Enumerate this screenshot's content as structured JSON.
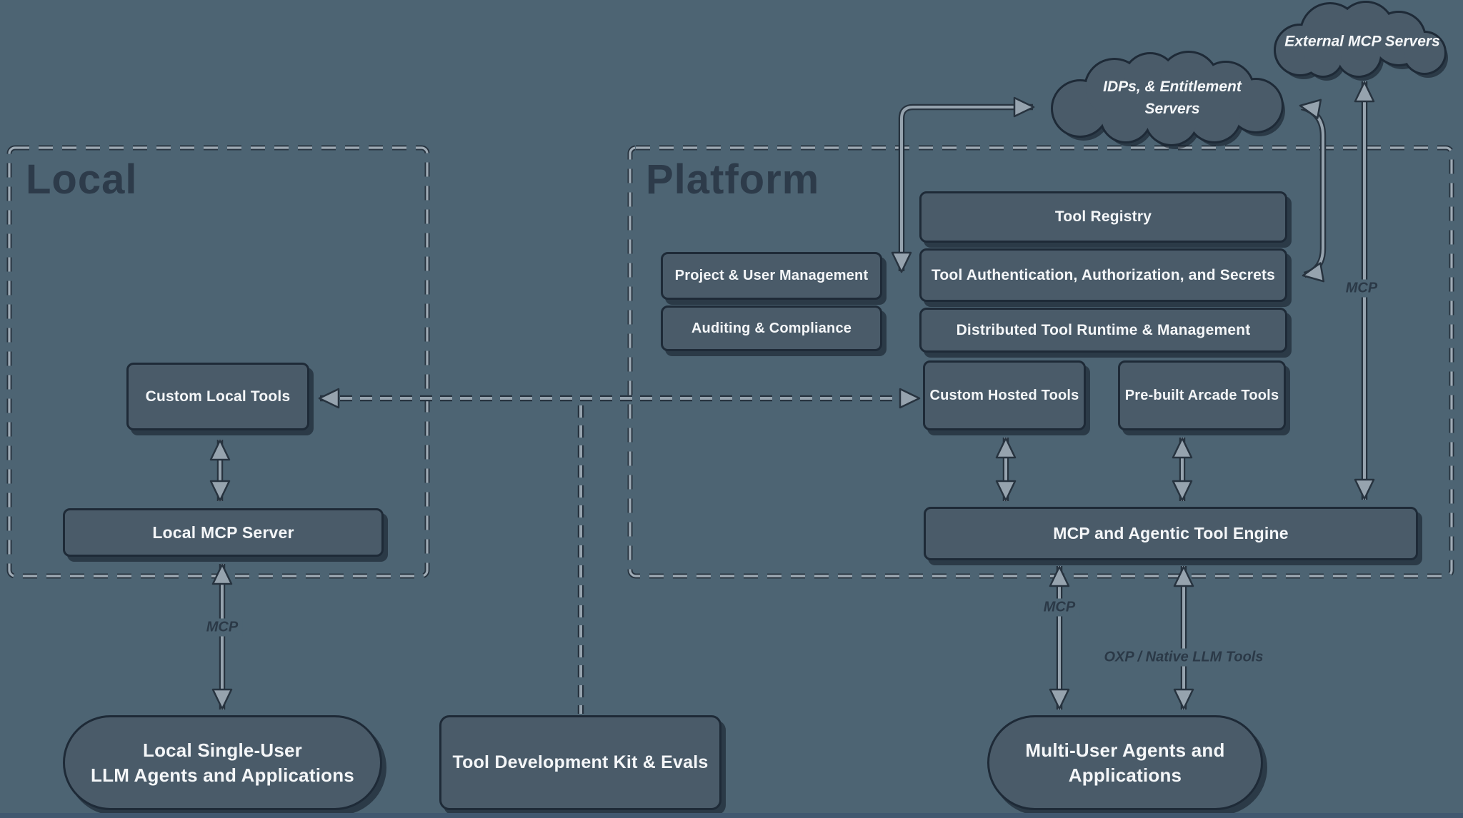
{
  "colors": {
    "background": "#4d6473",
    "node_fill": "#4a5b69",
    "node_border": "#1e2a37",
    "node_text": "#f4f6f8",
    "connector_light": "#96a3ae",
    "connector_dark": "#27333f",
    "region_title": "#2d3b4a",
    "bottom_strip": "#41586f"
  },
  "regions": {
    "local": {
      "title": "Local"
    },
    "platform": {
      "title": "Platform"
    }
  },
  "clouds": {
    "external": {
      "label": "External MCP Servers"
    },
    "idps": {
      "line1": "IDPs, & Entitlement",
      "line2": "Servers"
    }
  },
  "nodes": {
    "custom_local": {
      "label": "Custom Local Tools"
    },
    "local_mcp_server": {
      "label": "Local MCP Server"
    },
    "local_agents": {
      "line1": "Local Single-User",
      "line2": "LLM Agents and Applications"
    },
    "tdk": {
      "label": "Tool Development Kit & Evals"
    },
    "project_user": {
      "label": "Project & User Management"
    },
    "auditing": {
      "label": "Auditing & Compliance"
    },
    "tool_registry": {
      "label": "Tool Registry"
    },
    "tool_auth": {
      "label": "Tool Authentication, Authorization, and Secrets"
    },
    "distributed_runtime": {
      "label": "Distributed Tool Runtime & Management"
    },
    "custom_hosted": {
      "label": "Custom Hosted Tools"
    },
    "prebuilt_arcade": {
      "label": "Pre-built Arcade Tools"
    },
    "engine": {
      "label": "MCP and Agentic Tool Engine"
    },
    "multi_user_agents": {
      "line1": "Multi-User Agents and",
      "line2": "Applications"
    }
  },
  "edge_labels": {
    "local_mcp": "MCP",
    "multi_mcp": "MCP",
    "oxp": "OXP / Native LLM Tools",
    "external_mcp": "MCP"
  }
}
